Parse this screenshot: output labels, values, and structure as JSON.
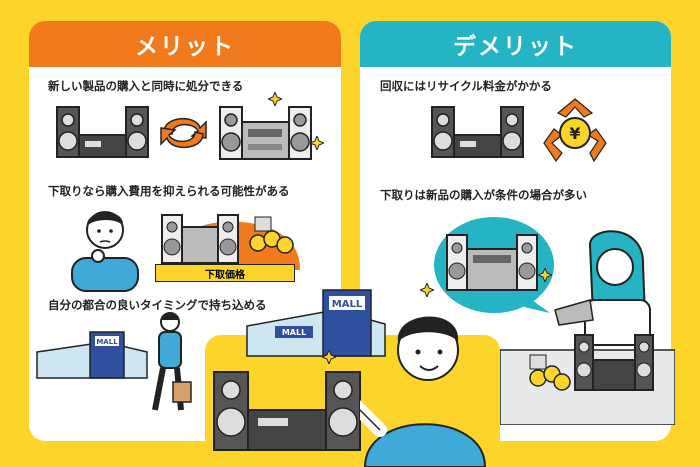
{
  "merit": {
    "title": "メリット",
    "items": [
      "新しい製品の購入と同時に処分できる",
      "下取りなら購入費用を抑えられる可能性がある",
      "自分の都合の良いタイミングで持ち込める"
    ],
    "price_label": "下取価格",
    "mall_label": "MALL"
  },
  "demerit": {
    "title": "デメリット",
    "items": [
      "回収にはリサイクル料金がかかる",
      "下取りは新品の購入が条件の場合が多い"
    ],
    "yen": "¥"
  },
  "colors": {
    "merit": "#f07a1c",
    "demerit": "#24b4c4",
    "background": "#fcd42a"
  }
}
